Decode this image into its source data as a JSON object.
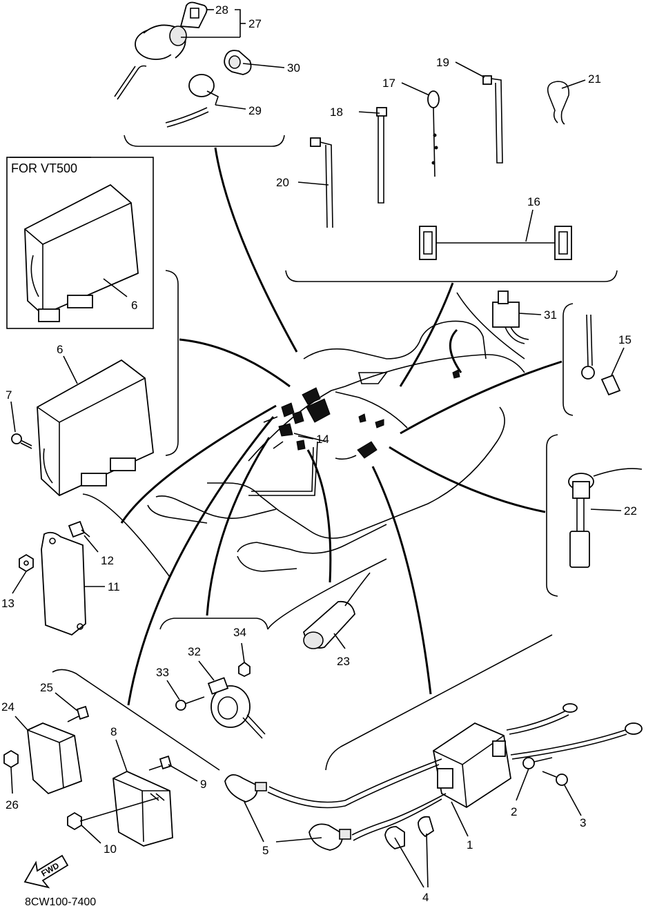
{
  "inset": {
    "title": "FOR VT500"
  },
  "drawing_code": "8CW100-7400",
  "fwd_label": "FWD",
  "callouts": {
    "c1": "1",
    "c2": "2",
    "c3": "3",
    "c4": "4",
    "c5": "5",
    "c6a": "6",
    "c6b": "6",
    "c7": "7",
    "c8": "8",
    "c9": "9",
    "c10": "10",
    "c11": "11",
    "c12": "12",
    "c13": "13",
    "c14": "14",
    "c15": "15",
    "c16": "16",
    "c17": "17",
    "c18": "18",
    "c19": "19",
    "c20": "20",
    "c21": "21",
    "c22": "22",
    "c23": "23",
    "c24": "24",
    "c25": "25",
    "c26": "26",
    "c27": "27",
    "c28": "28",
    "c29": "29",
    "c30": "30",
    "c31": "31",
    "c32": "32",
    "c33": "33",
    "c34": "34"
  }
}
